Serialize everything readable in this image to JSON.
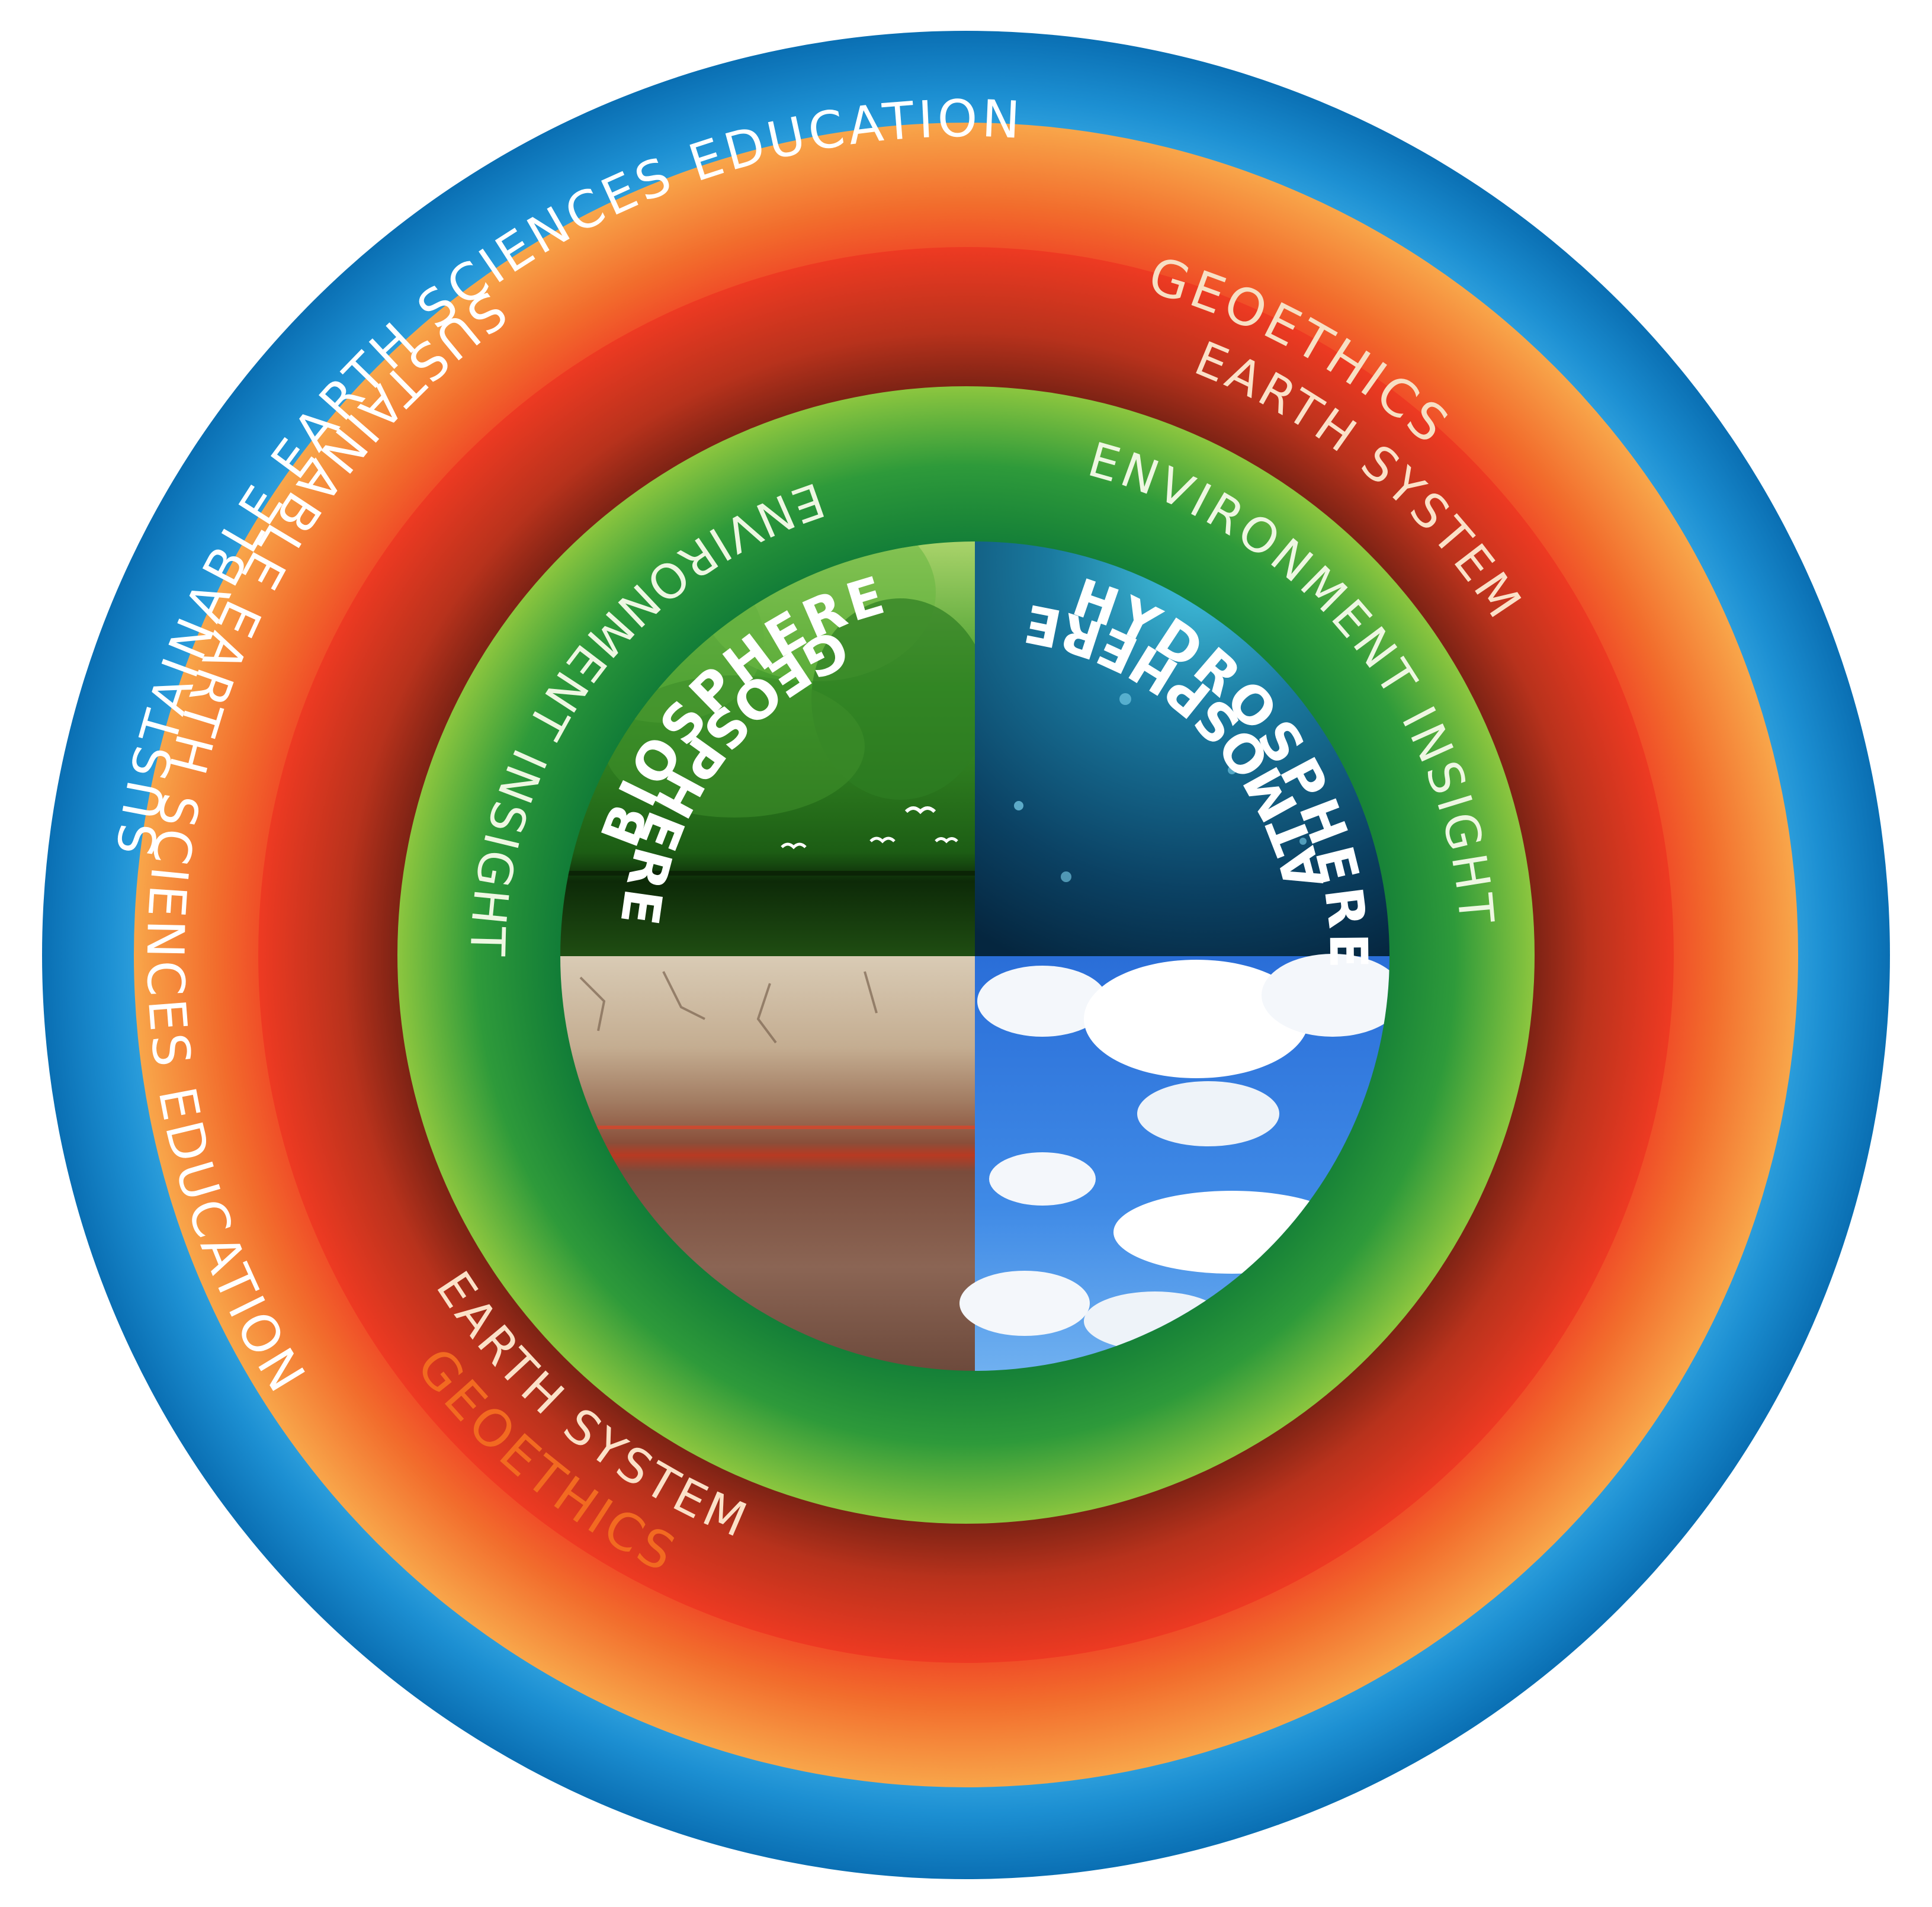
{
  "colors": {
    "background": "#ffffff",
    "outer_ring_light": "#2fa9e3",
    "outer_ring_dark": "#0b79c0",
    "geoethics_orange": "#f7a03b",
    "geoethics_red": "#ee3124",
    "earth_system_brown": "#6e1f10",
    "environment_green_light": "#8cc63f",
    "environment_green_dark": "#0f7a37",
    "label_white": "#ffffff",
    "label_geoethics": "#f26a21",
    "label_earth_system": "#fbe1c8",
    "label_environment": "#e8f5d8"
  },
  "rings": {
    "outer": {
      "label": "SUSTAINABLE EARTH SCIENCES EDUCATION"
    },
    "geoethics": {
      "label": "GEOETHICS"
    },
    "earth_system": {
      "label": "EARTH SYSTEM"
    },
    "environment": {
      "label": "ENVIRONMENT INSIGHT"
    }
  },
  "quadrants": [
    {
      "key": "biosphere",
      "label": "BIOSPHERE",
      "image": "forest-river-photo"
    },
    {
      "key": "hydrosphere",
      "label": "HYDROSPHERE",
      "image": "underwater-photo"
    },
    {
      "key": "geosphere",
      "label": "GEOSPHERE",
      "image": "soil-strata-photo"
    },
    {
      "key": "atmosphere",
      "label": "ATMOSPHERE",
      "image": "cloudy-sky-photo"
    }
  ]
}
